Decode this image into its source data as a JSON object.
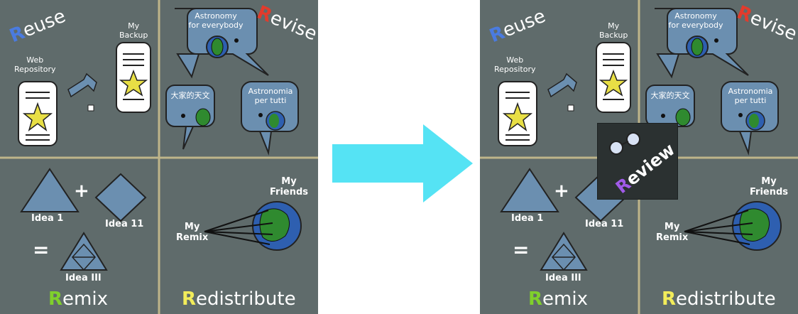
{
  "quadrants": {
    "reuse": {
      "initial": "R",
      "rest": "euse",
      "initial_color": "#4a7be0"
    },
    "revise": {
      "initial": "R",
      "rest": "evise",
      "initial_color": "#e23b2c"
    },
    "remix": {
      "initial": "R",
      "rest": "emix",
      "initial_color": "#7fcf2c"
    },
    "redistribute": {
      "initial": "R",
      "rest": "edistribute",
      "initial_color": "#f2ec5a"
    }
  },
  "labels": {
    "web_repository": "Web\nRepository",
    "my_backup": "My\nBackup",
    "astronomy_en": "Astronomy\nfor everybody",
    "astronomy_zh": "大家的天文",
    "astronomy_it": "Astronomia\nper tutti",
    "idea_1": "Idea 1",
    "idea_2": "Idea 11",
    "idea_3": "Idea III",
    "plus": "+",
    "equals": "=",
    "my_friends": "My\nFriends",
    "my_remix": "My\nRemix"
  },
  "review": {
    "initial": "R",
    "rest": "eview",
    "initial_color": "#a05ae8"
  },
  "colors": {
    "panel": "#5f6b6b",
    "grid_line": "#bfb58a",
    "arrow": "#55e3f4",
    "shape": "#6b8fb0",
    "doc": "#ffffff"
  },
  "icons": [
    "document-icon",
    "star-icon",
    "cursor-arrow-icon",
    "speech-bubble-icon",
    "globe-icon",
    "triangle-icon",
    "diamond-icon",
    "right-arrow-icon",
    "eyes-icon"
  ]
}
